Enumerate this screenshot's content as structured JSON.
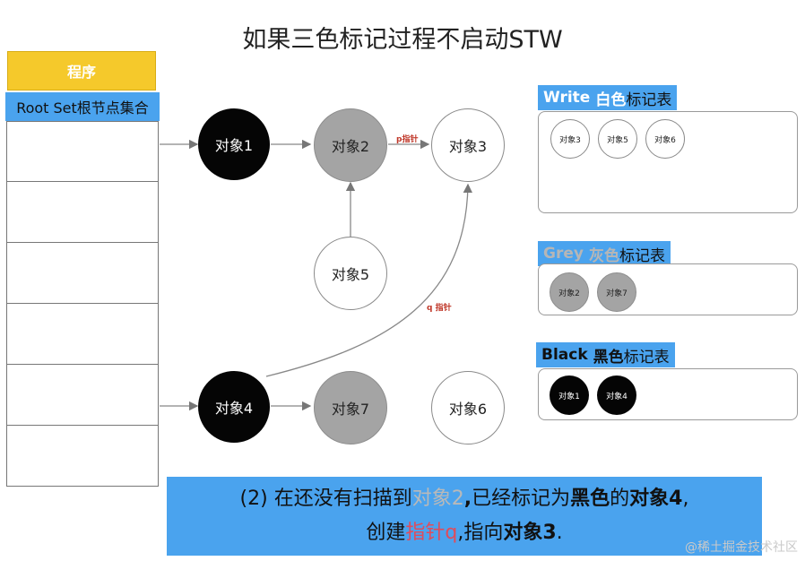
{
  "title": "如果三色标记过程不启动STW",
  "program": {
    "header": "程序",
    "rootset_header": "Root Set根节点集合",
    "rows": 6
  },
  "nodes": {
    "obj1": "对象1",
    "obj2": "对象2",
    "obj3": "对象3",
    "obj4": "对象4",
    "obj5": "对象5",
    "obj6": "对象6",
    "obj7": "对象7"
  },
  "edge_labels": {
    "p": "p指针",
    "q": "q 指针"
  },
  "tables": {
    "white": {
      "en": "Write",
      "cn": "白色",
      "suffix": "标记表",
      "items": [
        "对象3",
        "对象5",
        "对象6"
      ]
    },
    "grey": {
      "en": "Grey",
      "cn": "灰色",
      "suffix": "标记表",
      "items": [
        "对象2",
        "对象7"
      ]
    },
    "black": {
      "en": "Black",
      "cn": "黑色",
      "suffix": "标记表",
      "items": [
        "对象1",
        "对象4"
      ]
    }
  },
  "caption": {
    "l1_a": "(2) 在还没有扫描到",
    "l1_b": "对象2",
    "l1_c": ",",
    "l1_d": "已经标记为",
    "l1_e": "黑色",
    "l1_f": "的",
    "l1_g": "对象4",
    "l1_h": ",",
    "l2_a": "创建",
    "l2_b": "指针q",
    "l2_c": ",指向",
    "l2_d": "对象3",
    "l2_e": "."
  },
  "watermark": "@稀土掘金技术社区",
  "colors": {
    "accent_blue": "#4aa3ee",
    "program_yellow": "#f5c92b",
    "grey_node": "#a4a4a4",
    "black_node": "#050505",
    "pointer_red": "#c0392b"
  }
}
